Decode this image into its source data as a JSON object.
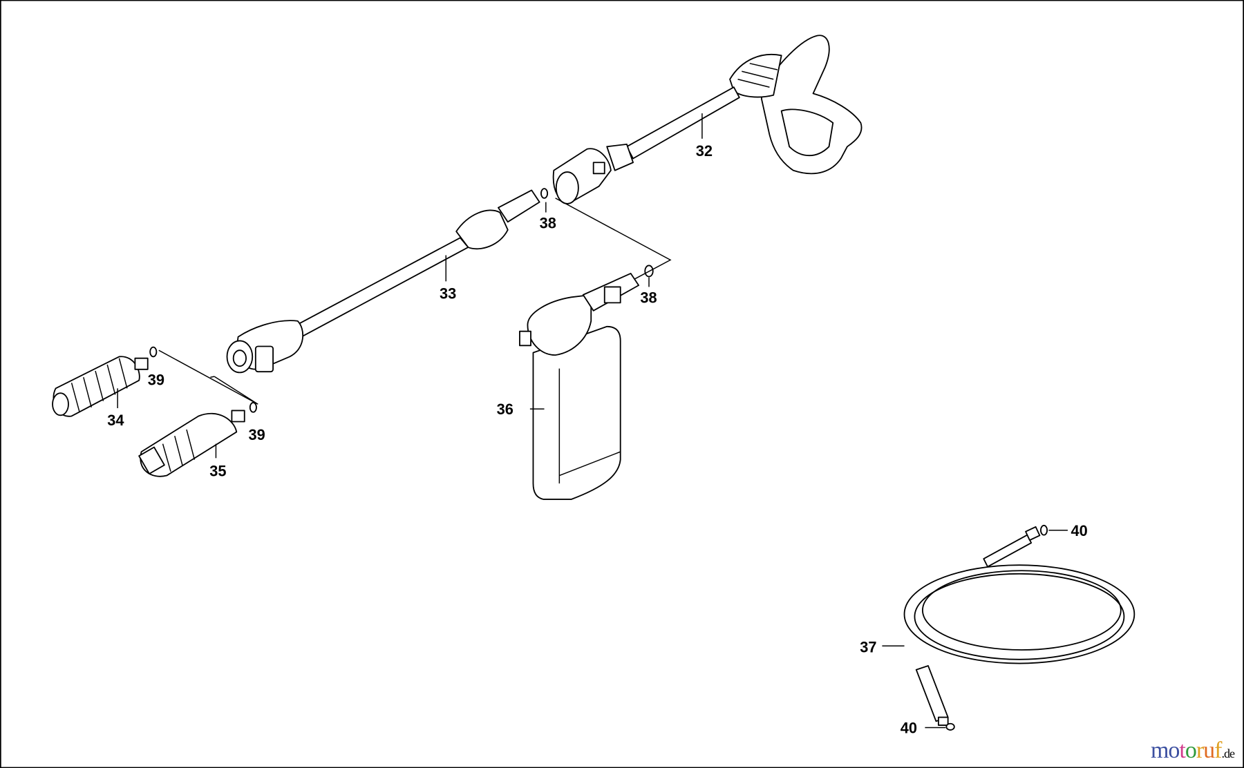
{
  "diagram": {
    "labels": {
      "p32": "32",
      "p33": "33",
      "p34": "34",
      "p35": "35",
      "p36": "36",
      "p37": "37",
      "p38a": "38",
      "p38b": "38",
      "p39a": "39",
      "p39b": "39",
      "p40a": "40",
      "p40b": "40"
    }
  },
  "watermark": {
    "text": "motoruf.de",
    "letters": [
      "m",
      "o",
      "t",
      "o",
      "r",
      "u",
      "f",
      ".de"
    ],
    "colors": [
      "#3b4fa0",
      "#3b4fa0",
      "#d23c8c",
      "#2f9a3a",
      "#e0a020",
      "#e06a20",
      "#e0a020",
      "#000000"
    ]
  }
}
